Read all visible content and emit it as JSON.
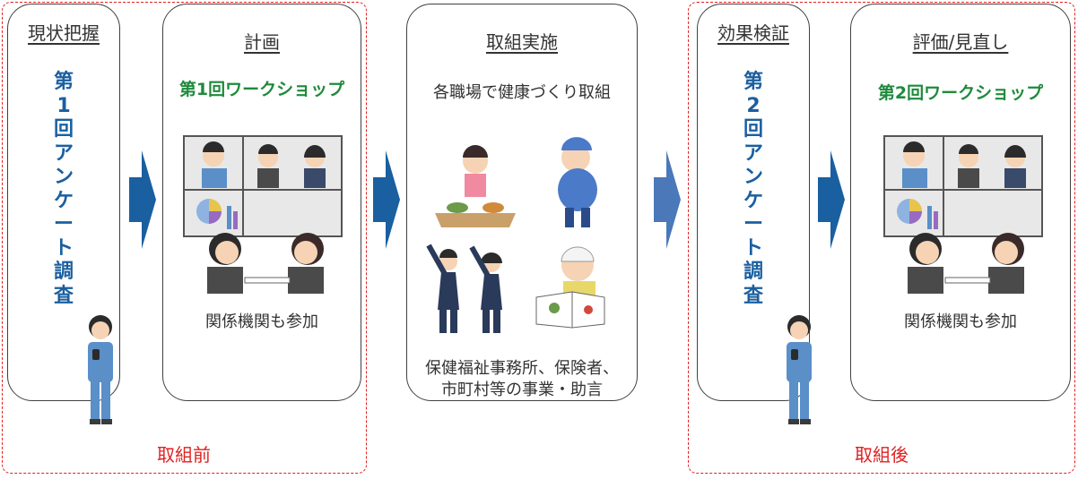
{
  "phases": {
    "survey1": {
      "title": "現状把握",
      "vertical": [
        "第",
        "1",
        "回",
        "ア",
        "ン",
        "ケ",
        "ー",
        "ト",
        "調",
        "査"
      ]
    },
    "plan": {
      "title": "計画",
      "workshop": "第1回ワークショップ",
      "caption": "関係機関も参加"
    },
    "action": {
      "title": "取組実施",
      "subtitle": "各職場で健康づくり取組",
      "caption_line1": "保健福祉事務所、保険者、",
      "caption_line2": "市町村等の事業・助言"
    },
    "verify": {
      "title": "効果検証",
      "vertical": [
        "第",
        "2",
        "回",
        "ア",
        "ン",
        "ケ",
        "ー",
        "ト",
        "調",
        "査"
      ]
    },
    "review": {
      "title": "評価/見直し",
      "workshop": "第2回ワークショップ",
      "caption": "関係機関も参加"
    }
  },
  "groups": {
    "before": "取組前",
    "after": "取組後"
  },
  "colors": {
    "dash": "#e02020",
    "vertical_text": "#1a5fa0",
    "workshop": "#1f8a3c",
    "arrow": "#1a5fa0"
  },
  "icons": [
    "worker-phone-illustration",
    "video-meeting-illustration",
    "healthy-eating-illustration",
    "running-illustration",
    "stretching-illustration",
    "menu-reading-illustration"
  ]
}
